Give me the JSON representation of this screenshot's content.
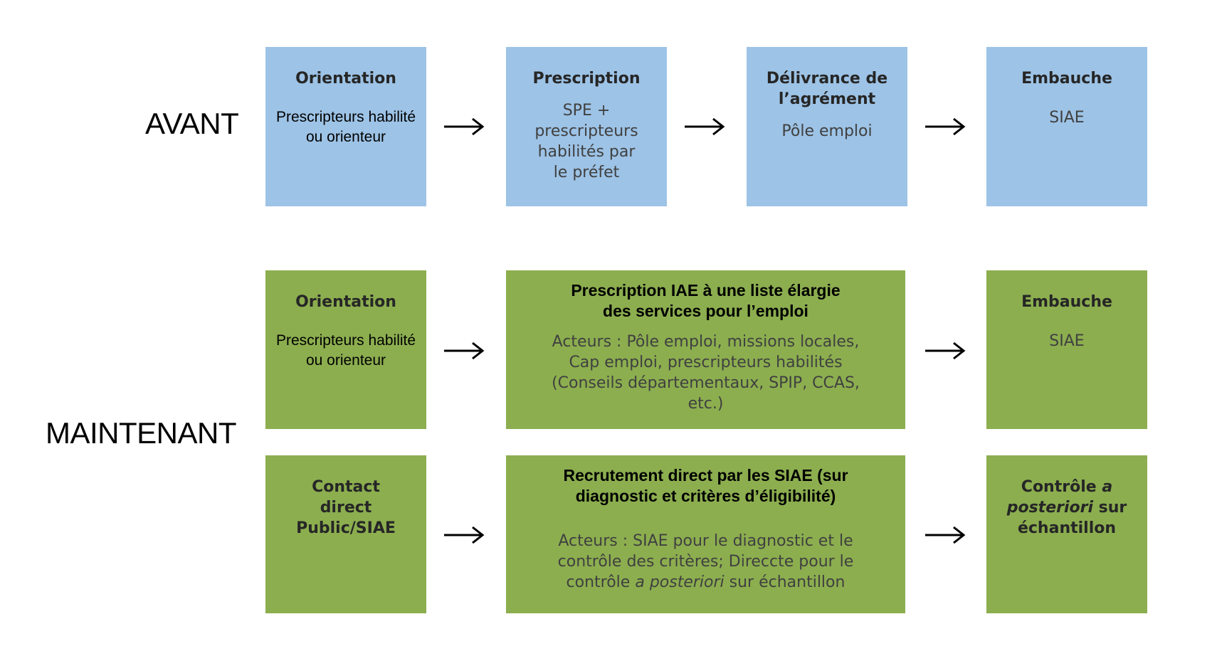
{
  "avant": {
    "label": "AVANT",
    "boxes": [
      {
        "title": "Orientation",
        "body": "Prescripteurs habilité ou orienteur"
      },
      {
        "title": "Prescription",
        "body": "SPE + prescripteurs habilités par le préfet"
      },
      {
        "title": "Délivrance de l’agrément",
        "body": "Pôle emploi"
      },
      {
        "title": "Embauche",
        "body": "SIAE"
      }
    ]
  },
  "maintenant": {
    "label": "MAINTENANT",
    "row1": [
      {
        "title": "Orientation",
        "body": "Prescripteurs habilité ou orienteur"
      },
      {
        "title": "Prescription IAE à une liste élargie des services pour l’emploi",
        "body": "Acteurs : Pôle emploi, missions locales, Cap emploi, prescripteurs habilités (Conseils départementaux, SPIP, CCAS, etc.)"
      },
      {
        "title": "Embauche",
        "body": "SIAE"
      }
    ],
    "row2": [
      {
        "title": "Contact direct Public/SIAE"
      },
      {
        "title": "Recrutement direct par les SIAE (sur diagnostic et critères d’éligibilité)",
        "body_pre": "Acteurs : SIAE pour le diagnostic et le contrôle des critères; Direccte pour le contrôle ",
        "body_em_a": "a",
        "body_space": " ",
        "body_em_post": "posteriori",
        "body_post": " sur échantillon"
      },
      {
        "title_pre": "Contrôle ",
        "title_em_a": "a",
        "title_em_post": "posteriori",
        "title_post": " sur échantillon"
      }
    ]
  },
  "colors": {
    "avant_box": "#9dc3e6",
    "maintenant_box": "#8cae4f",
    "arrow": "#000000"
  },
  "icons": {
    "arrow": "right-arrow-icon"
  }
}
